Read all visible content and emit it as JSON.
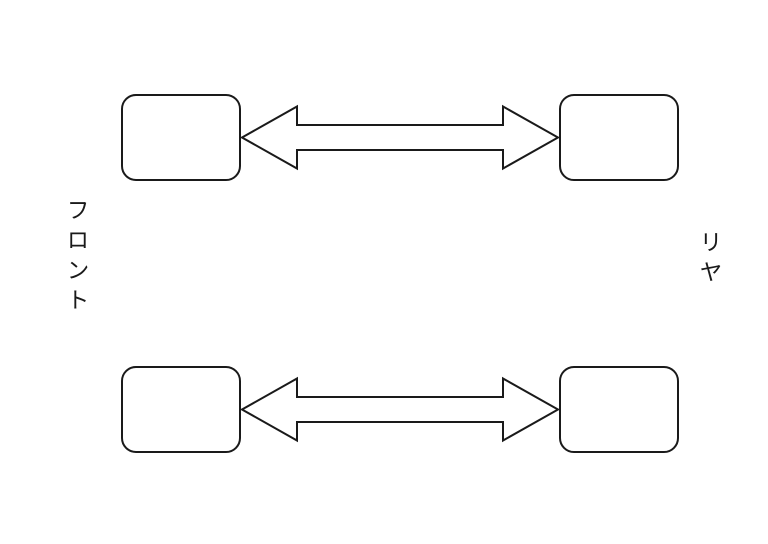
{
  "diagram": {
    "kind": "tire-rotation-diagram",
    "left_label": "フロント",
    "right_label": "リヤ",
    "line_color": "#1a1a1a",
    "background_color": "#ffffff",
    "rows": [
      {
        "position": "top",
        "elements": [
          "left-box",
          "double-headed-arrow",
          "right-box"
        ]
      },
      {
        "position": "bottom",
        "elements": [
          "left-box",
          "double-headed-arrow",
          "right-box"
        ]
      }
    ]
  }
}
